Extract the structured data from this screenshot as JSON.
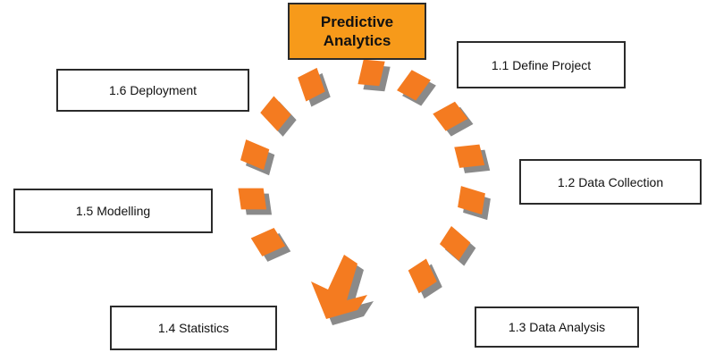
{
  "title": {
    "line1": "Predictive",
    "line2": "Analytics"
  },
  "steps": [
    {
      "label": "1.1 Define Project"
    },
    {
      "label": "1.2 Data Collection"
    },
    {
      "label": "1.3 Data Analysis"
    },
    {
      "label": "1.4 Statistics"
    },
    {
      "label": "1.5 Modelling"
    },
    {
      "label": "1.6 Deployment"
    }
  ],
  "colors": {
    "segment": "#f47b20",
    "segment_shadow": "#8a8a8a",
    "title_fill": "#f79a1a",
    "border": "#2b2b2b"
  }
}
